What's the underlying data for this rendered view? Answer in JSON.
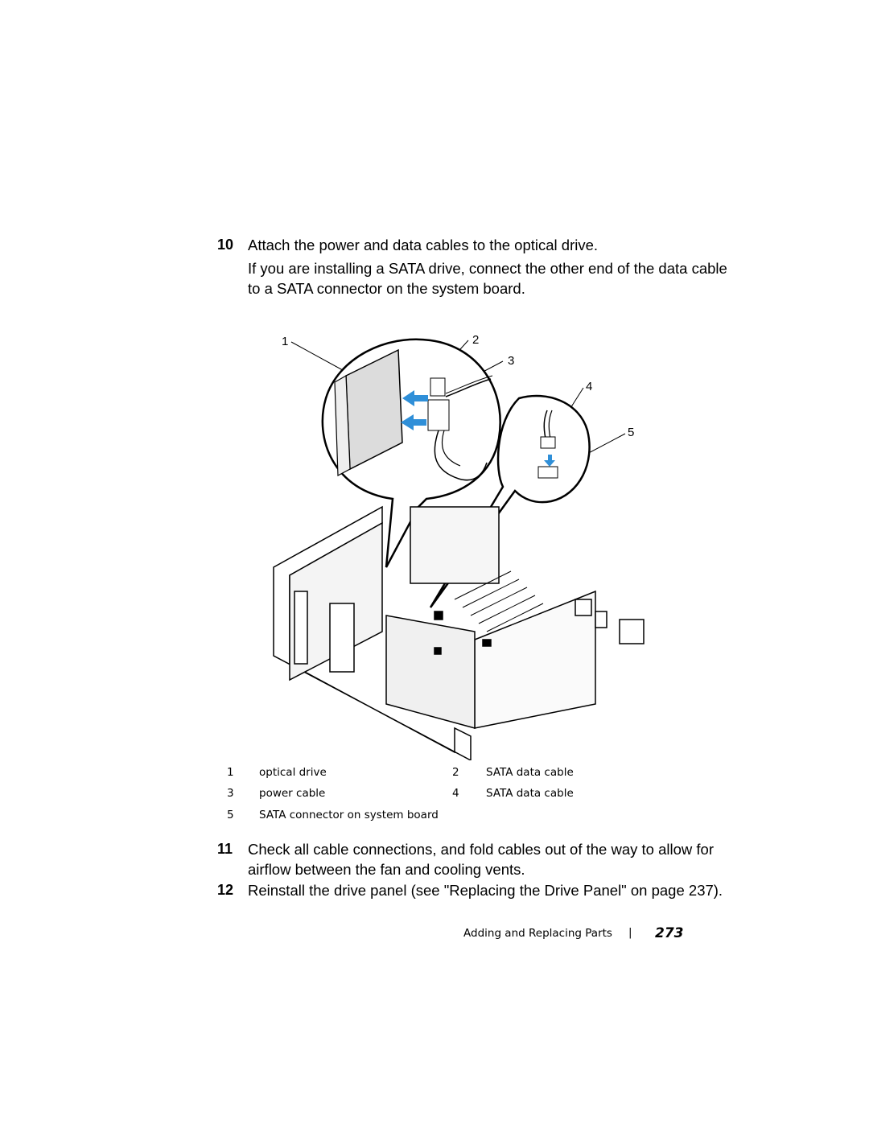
{
  "steps": [
    {
      "number": "10",
      "text": "Attach the power and data cables to the optical drive."
    },
    {
      "number": "11",
      "line1": "Check all cable connections, and fold cables out of the way to allow for",
      "line2": "airflow between the fan and cooling vents."
    },
    {
      "number": "12",
      "text": "Reinstall the drive panel (see \"Replacing the Drive Panel\" on page 237)."
    }
  ],
  "note": {
    "line1": "If you are installing a SATA drive, connect the other end of the data cable",
    "line2": "to a SATA connector on the system board."
  },
  "figure": {
    "callouts": [
      "1",
      "2",
      "3",
      "4",
      "5"
    ]
  },
  "legend": [
    {
      "num": "1",
      "label": "optical drive"
    },
    {
      "num": "2",
      "label": "SATA data cable"
    },
    {
      "num": "3",
      "label": "power cable"
    },
    {
      "num": "4",
      "label": "SATA data cable"
    },
    {
      "num": "5",
      "label": "SATA connector on system board"
    }
  ],
  "footer": {
    "section": "Adding and Replacing Parts",
    "separator": "|",
    "page": "273"
  },
  "colors": {
    "arrow_blue": "#2f8fd8"
  }
}
